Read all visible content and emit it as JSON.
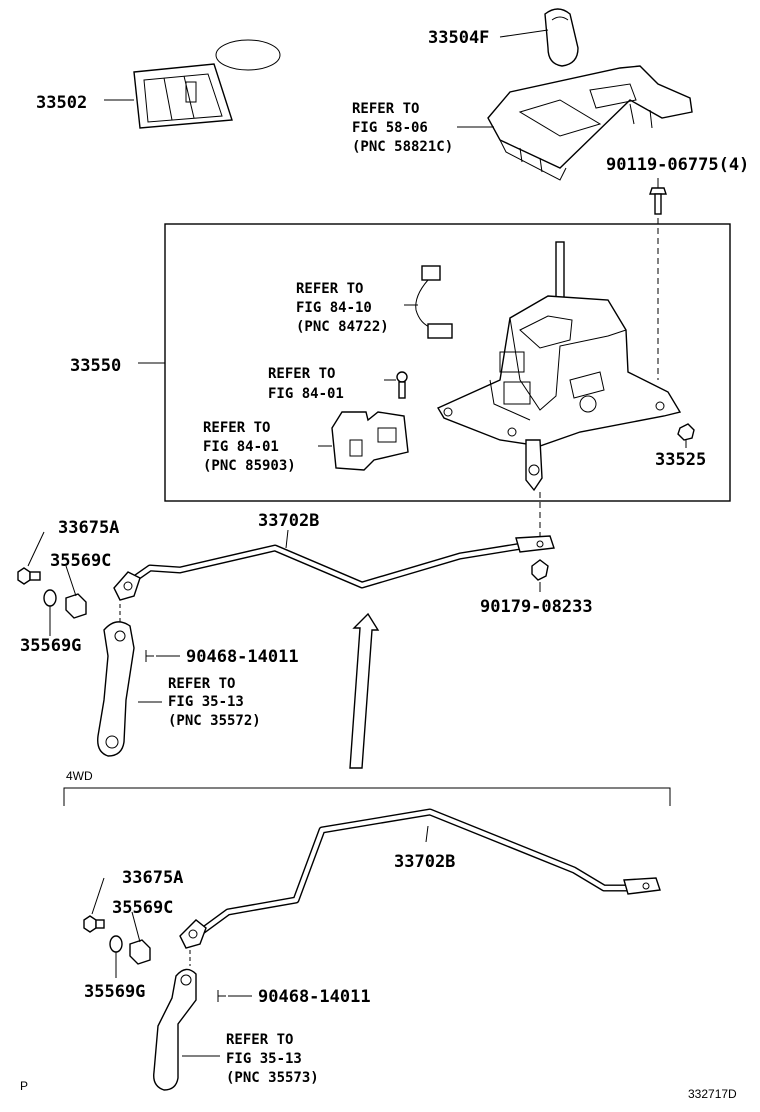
{
  "figure_code": "332717D",
  "corner_mark": "P",
  "variant_label": "4WD",
  "parts": {
    "p33504F": "33504F",
    "p33502": "33502",
    "p90119": "90119-06775(4)",
    "p33550": "33550",
    "p33525": "33525",
    "p33675A_top": "33675A",
    "p35569C_top": "35569C",
    "p35569G_top": "35569G",
    "p33702B_top": "33702B",
    "p90179": "90179-08233",
    "p90468_top": "90468-14011",
    "p33675A_bot": "33675A",
    "p35569C_bot": "35569C",
    "p35569G_bot": "35569G",
    "p33702B_bot": "33702B",
    "p90468_bot": "90468-14011"
  },
  "refs": {
    "console": {
      "line1": "REFER TO",
      "line2": "FIG 58-06",
      "line3": "(PNC 58821C)"
    },
    "switch": {
      "line1": "REFER TO",
      "line2": "FIG 84-10",
      "line3": "(PNC 84722)"
    },
    "screw": {
      "line1": "REFER TO",
      "line2": "FIG 84-01"
    },
    "connector": {
      "line1": "REFER TO",
      "line2": "FIG 84-01",
      "line3": "(PNC 85903)"
    },
    "lever_top": {
      "line1": "REFER TO",
      "line2": "FIG 35-13",
      "line3": "(PNC 35572)"
    },
    "lever_bot": {
      "line1": "REFER TO",
      "line2": "FIG 35-13",
      "line3": "(PNC 35573)"
    }
  }
}
